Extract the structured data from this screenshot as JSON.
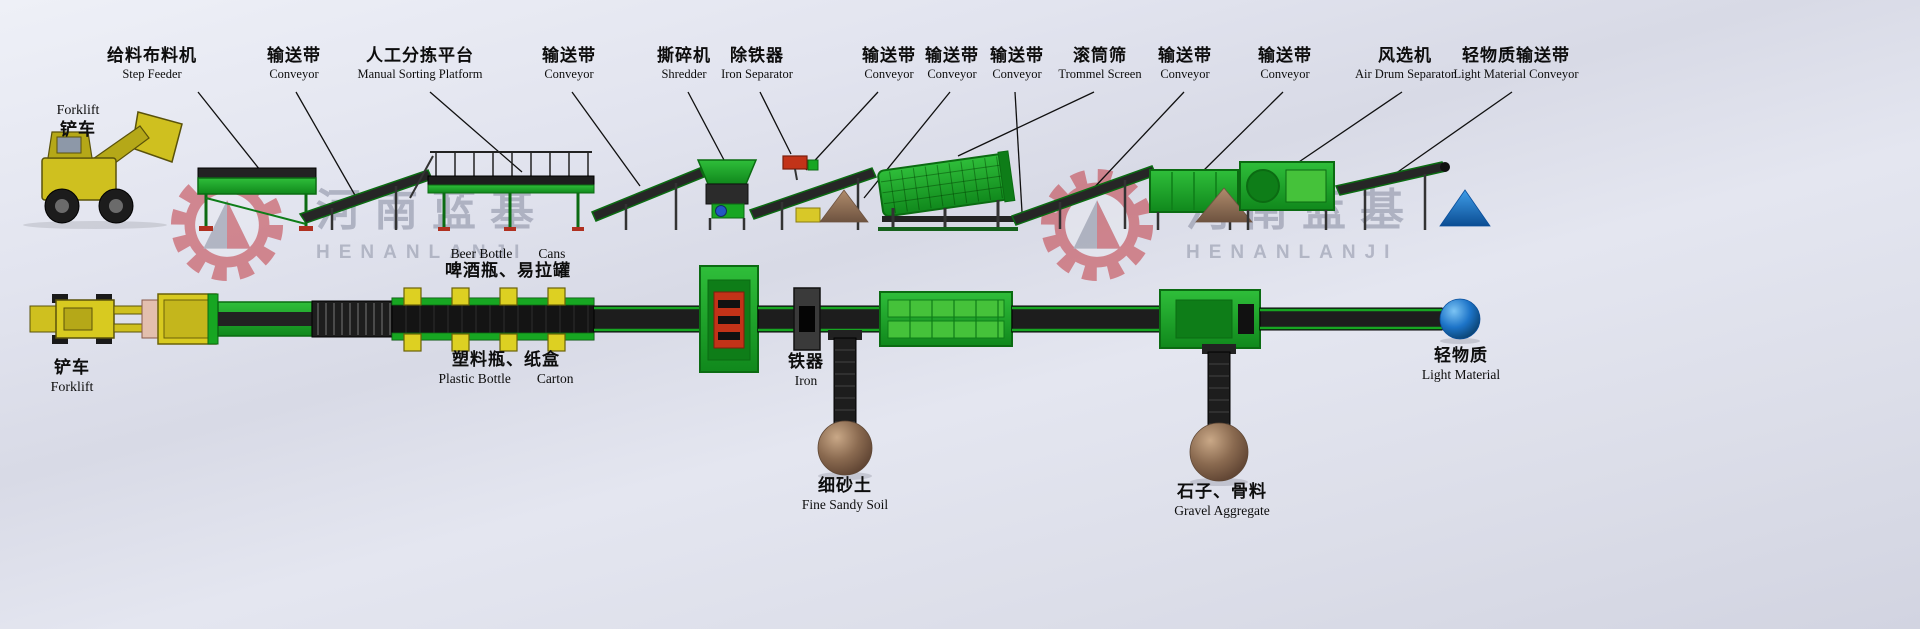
{
  "watermark": {
    "zh": "河南蓝基",
    "en": "HENANLANJI"
  },
  "top_labels": [
    {
      "zh": "给料布料机",
      "en": "Step Feeder"
    },
    {
      "zh": "输送带",
      "en": "Conveyor"
    },
    {
      "zh": "人工分拣平台",
      "en": "Manual Sorting Platform"
    },
    {
      "zh": "输送带",
      "en": "Conveyor"
    },
    {
      "zh": "撕碎机",
      "en": "Shredder"
    },
    {
      "zh": "除铁器",
      "en": "Iron Separator"
    },
    {
      "zh": "输送带",
      "en": "Conveyor"
    },
    {
      "zh": "输送带",
      "en": "Conveyor"
    },
    {
      "zh": "输送带",
      "en": "Conveyor"
    },
    {
      "zh": "滚筒筛",
      "en": "Trommel Screen"
    },
    {
      "zh": "输送带",
      "en": "Conveyor"
    },
    {
      "zh": "输送带",
      "en": "Conveyor"
    },
    {
      "zh": "风选机",
      "en": "Air Drum Separator"
    },
    {
      "zh": "轻物质输送带",
      "en": "Light Material Conveyor"
    }
  ],
  "forklift_label_top": {
    "en": "Forklift",
    "zh": "铲车"
  },
  "forklift_label_bottom": {
    "zh": "铲车",
    "en": "Forklift"
  },
  "output_labels": {
    "beer_cans": {
      "en_left": "Beer Bottle",
      "en_right": "Cans",
      "zh": "啤酒瓶、易拉罐"
    },
    "plastic_carton": {
      "zh": "塑料瓶、纸盒",
      "en_left": "Plastic Bottle",
      "en_right": "Carton"
    },
    "iron": {
      "zh": "铁器",
      "en": "Iron"
    },
    "fine_sand": {
      "zh": "细砂土",
      "en": "Fine Sandy Soil"
    },
    "gravel": {
      "zh": "石子、骨料",
      "en": "Gravel Aggregate"
    },
    "light_material": {
      "zh": "轻物质",
      "en": "Light Material"
    }
  },
  "colors": {
    "machine_green": "#17a622",
    "machine_green_dark": "#0b6b12",
    "belt_dark": "#222222",
    "forklift_yellow": "#cfc01f",
    "pile_brown": "#8a6a50",
    "light_material_blue": "#1d74c8",
    "accent_red": "#c23318",
    "watermark_grey": "#878ca0",
    "watermark_red": "#c23a42",
    "background": "#e0e2ec"
  }
}
